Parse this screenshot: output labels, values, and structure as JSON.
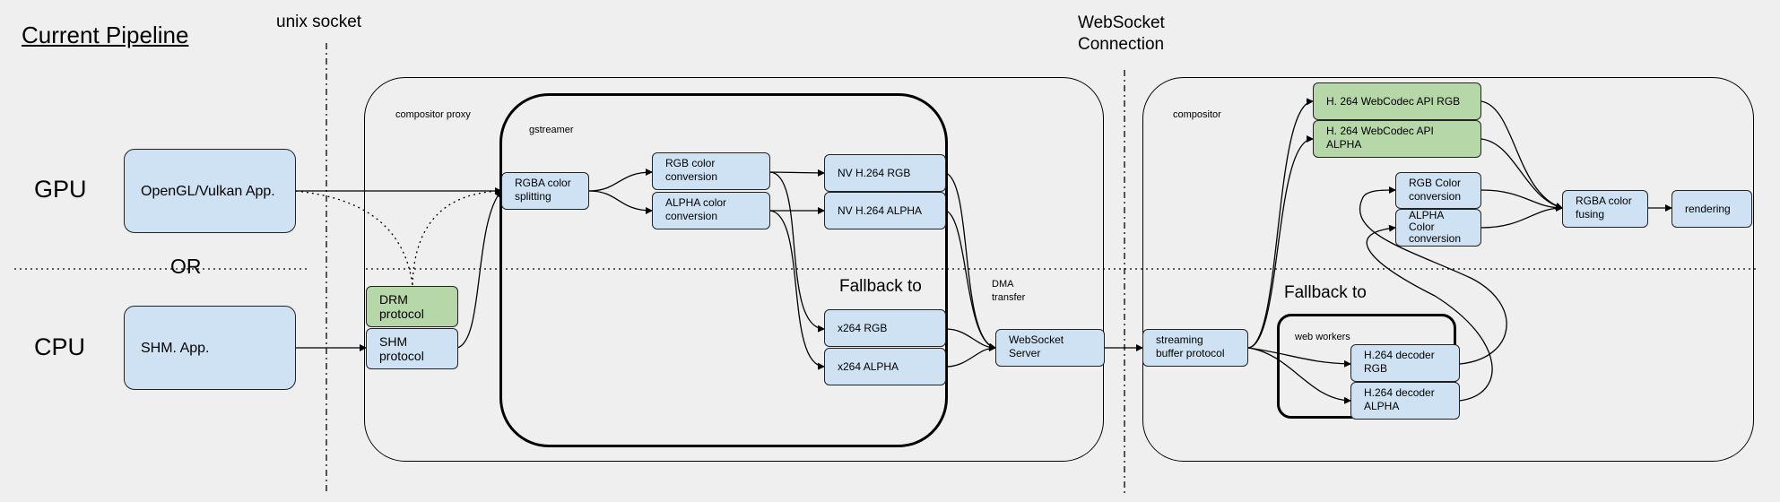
{
  "title": "Current Pipeline",
  "rows": {
    "gpu": "GPU",
    "cpu": "CPU",
    "or": "OR"
  },
  "separators": {
    "unix_socket": "unix socket",
    "websocket_line1": "WebSocket",
    "websocket_line2": "Connection"
  },
  "regions": {
    "compositor_proxy": "compositor proxy",
    "gstreamer": "gstreamer",
    "compositor": "compositor",
    "web_workers": "web workers"
  },
  "fallback": {
    "left": "Fallback to",
    "right": "Fallback to"
  },
  "dma": {
    "line1": "DMA",
    "line2": "transfer"
  },
  "nodes": {
    "opengl_app": "OpenGL/Vulkan App.",
    "shm_app": "SHM. App.",
    "drm_line1": "DRM",
    "drm_line2": "protocol",
    "shm_line1": "SHM",
    "shm_line2": "protocol",
    "rgba_split_line1": "RGBA color",
    "rgba_split_line2": "splitting",
    "rgb_conv_line1": "RGB color",
    "rgb_conv_line2": "conversion",
    "alpha_conv_line1": "ALPHA color",
    "alpha_conv_line2": "conversion",
    "nv_rgb": "NV H.264 RGB",
    "nv_alpha": "NV H.264 ALPHA",
    "x264_rgb": "x264 RGB",
    "x264_alpha": "x264 ALPHA",
    "ws_server_line1": "WebSocket",
    "ws_server_line2": "Server",
    "stream_line1": "streaming",
    "stream_line2": "buffer protocol",
    "webcodec_rgb": "H. 264 WebCodec API RGB",
    "webcodec_alpha_line1": "H. 264 WebCodec API",
    "webcodec_alpha_line2": "ALPHA",
    "rgb_c_line1": "RGB Color",
    "rgb_c_line2": "conversion",
    "alpha_c_line1": "ALPHA",
    "alpha_c_line2": "Color",
    "alpha_c_line3": "conversion",
    "fusing_line1": "RGBA color",
    "fusing_line2": "fusing",
    "rendering": "rendering",
    "dec_rgb_line1": "H.264 decoder",
    "dec_rgb_line2": "RGB",
    "dec_alpha_line1": "H.264 decoder",
    "dec_alpha_line2": "ALPHA"
  },
  "colors": {
    "node_blue": "#cfe2f3",
    "node_green": "#b6d7a8",
    "background": "#efefef"
  }
}
